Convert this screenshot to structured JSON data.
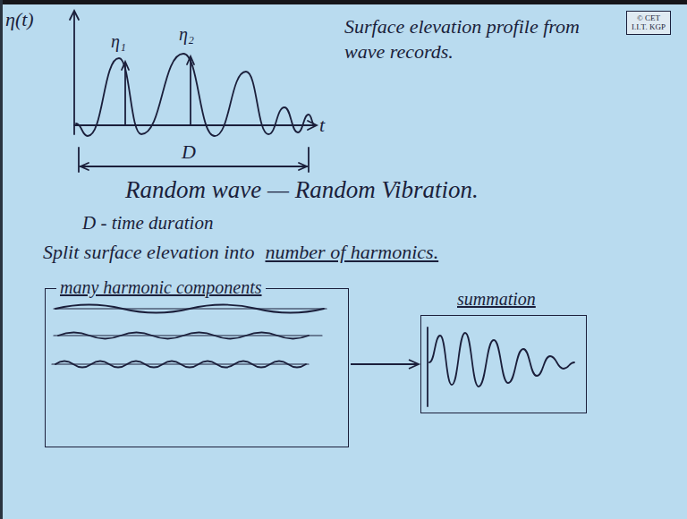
{
  "diagram": {
    "nodes": [
      {
        "text": [
          "© CET I.I.T. KGP"
        ]
      },
      {
        "text": [
          "many harmonic components"
        ]
      },
      {
        "text": [
          "summation"
        ]
      }
    ],
    "edges": [
      {
        "from": 1,
        "to": 2,
        "arrow": "to"
      }
    ],
    "labels": [
      "η(t)",
      "η₁",
      "η₂",
      "t",
      "D",
      "Surface elevation profile from wave records.",
      "Random wave — Random Vibration.",
      "D - time duration",
      "Split surface elevation into",
      "number of harmonics."
    ]
  }
}
